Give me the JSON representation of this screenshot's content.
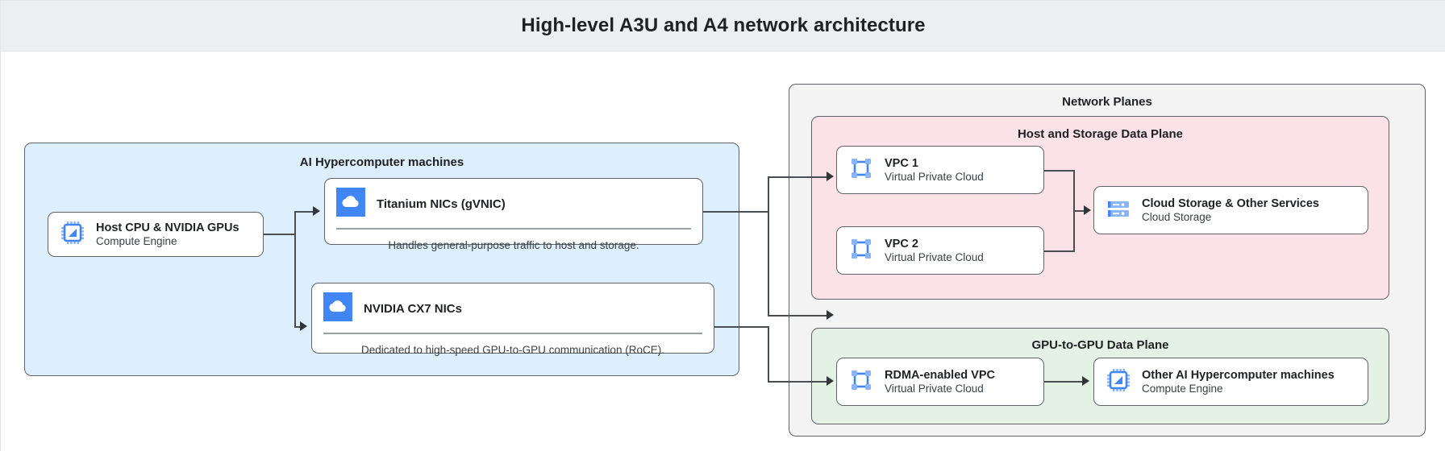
{
  "header": {
    "title": "High-level A3U and A4 network architecture"
  },
  "groups": {
    "machines": {
      "title": "AI Hypercomputer machines",
      "color": "#ddeefc"
    },
    "network_planes": {
      "title": "Network Planes",
      "color": "#f4f3f3"
    },
    "host_storage_plane": {
      "title": "Host and Storage Data Plane",
      "color": "#fbe2e8"
    },
    "gpu_plane": {
      "title": "GPU-to-GPU Data Plane",
      "color": "#e3f2e4"
    }
  },
  "nodes": {
    "host_cpu": {
      "title": "Host CPU & NVIDIA GPUs",
      "subtitle": "Compute Engine",
      "icon": "cpu-chip-icon"
    },
    "titanium": {
      "title": "Titanium NICs (gVNIC)",
      "description": "Handles general-purpose traffic to host and storage.",
      "icon": "cloud-icon"
    },
    "cx7": {
      "title": "NVIDIA CX7 NICs",
      "description": "Dedicated to high-speed GPU-to-GPU communication (RoCE).",
      "icon": "cloud-icon"
    },
    "vpc1": {
      "title": "VPC 1",
      "subtitle": "Virtual Private Cloud",
      "icon": "vpc-icon"
    },
    "vpc2": {
      "title": "VPC 2",
      "subtitle": "Virtual Private Cloud",
      "icon": "vpc-icon"
    },
    "cloud_storage": {
      "title": "Cloud Storage & Other Services",
      "subtitle": "Cloud Storage",
      "icon": "storage-icon"
    },
    "rdma_vpc": {
      "title": "RDMA-enabled VPC",
      "subtitle": "Virtual Private Cloud",
      "icon": "vpc-icon"
    },
    "other_machines": {
      "title": "Other AI Hypercomputer machines",
      "subtitle": "Compute Engine",
      "icon": "cpu-chip-icon"
    }
  },
  "colors": {
    "header_bg": "#eceff1",
    "icon_blue": "#4285f4",
    "icon_blue_light": "#8ab4f8",
    "border": "#5f6368",
    "connector": "#4a4e51"
  }
}
